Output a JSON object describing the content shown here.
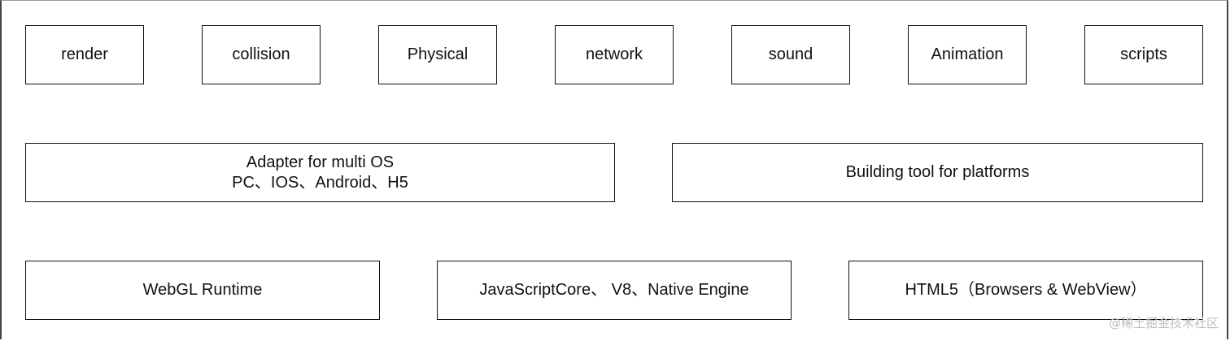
{
  "top_row": [
    {
      "label": "render"
    },
    {
      "label": "collision"
    },
    {
      "label": "Physical"
    },
    {
      "label": "network"
    },
    {
      "label": "sound"
    },
    {
      "label": "Animation"
    },
    {
      "label": "scripts"
    }
  ],
  "middle_row": {
    "adapter": {
      "line1": "Adapter for multi OS",
      "line2": "PC、IOS、Android、H5"
    },
    "building": {
      "label": "Building tool for platforms"
    }
  },
  "bottom_row": [
    {
      "label": "WebGL Runtime"
    },
    {
      "label": "JavaScriptCore、 V8、Native Engine"
    },
    {
      "label": "HTML5（Browsers & WebView）"
    }
  ],
  "watermark": "@稀土掘金技术社区"
}
